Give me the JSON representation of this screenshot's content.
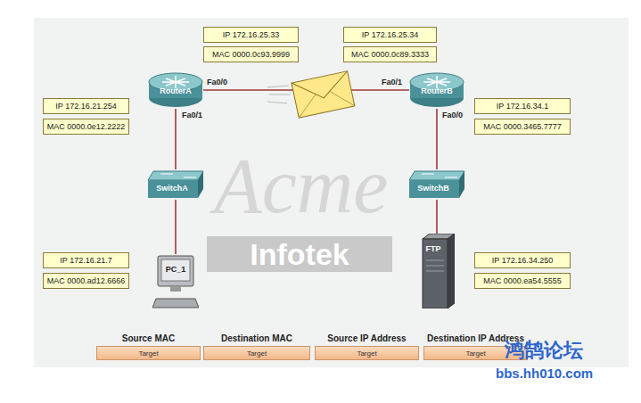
{
  "diagram": {
    "nodes": [
      {
        "text": [
          "IP 172.16.25.33"
        ]
      },
      {
        "text": [
          "MAC 0000.0c93.9999"
        ]
      },
      {
        "text": [
          "IP 172.16.25.34"
        ]
      },
      {
        "text": [
          "MAC 0000.0c89.3333"
        ]
      },
      {
        "text": [
          "RouterA"
        ]
      },
      {
        "text": [
          "RouterB"
        ]
      },
      {
        "text": [
          "IP 172.16.21.254"
        ]
      },
      {
        "text": [
          "MAC 0000.0e12.2222"
        ]
      },
      {
        "text": [
          "IP 172.16.34.1"
        ]
      },
      {
        "text": [
          "MAC 0000.3465.7777"
        ]
      },
      {
        "text": [
          "SwitchA"
        ]
      },
      {
        "text": [
          "SwitchB"
        ]
      },
      {
        "text": [
          "IP 172.16.21.7"
        ]
      },
      {
        "text": [
          "MAC 0000.ad12.6666"
        ]
      },
      {
        "text": [
          "PC_1"
        ]
      },
      {
        "text": [
          "IP 172.16.34.250"
        ]
      },
      {
        "text": [
          "MAC 0000.ea54.5555"
        ]
      },
      {
        "text": [
          "FTP"
        ]
      },
      {
        "text": [
          "Source MAC",
          "Target"
        ]
      },
      {
        "text": [
          "Destination MAC",
          "Target"
        ]
      },
      {
        "text": [
          "Source IP Address",
          "Target"
        ]
      },
      {
        "text": [
          "Destination IP Address",
          "Target"
        ]
      }
    ],
    "edges": [
      {
        "from": 4,
        "to": 5,
        "arrow": "none"
      },
      {
        "from": 4,
        "to": 10,
        "arrow": "none"
      },
      {
        "from": 10,
        "to": 14,
        "arrow": "none"
      },
      {
        "from": 5,
        "to": 11,
        "arrow": "none"
      },
      {
        "from": 11,
        "to": 17,
        "arrow": "none"
      }
    ],
    "labels": [
      "Fa0/0",
      "Fa0/1",
      "Fa0/1",
      "Fa0/0",
      "Acme",
      "Infotek",
      "鸿鹄论坛",
      "bbs.hh010.com"
    ]
  }
}
